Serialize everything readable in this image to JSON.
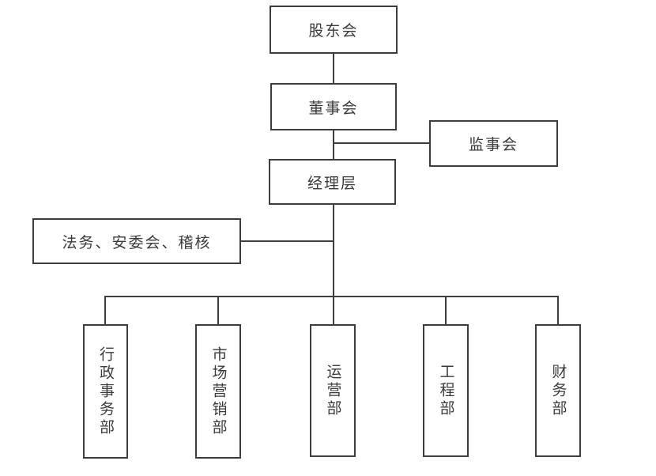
{
  "diagram": {
    "type": "org-chart",
    "title": "",
    "colors": {
      "border": "#3d3d3d",
      "line": "#3d3d3d",
      "text": "#3a3a3a",
      "background": "#ffffff"
    },
    "nodes": [
      {
        "id": "shareholders",
        "label": "股东会"
      },
      {
        "id": "board",
        "label": "董事会"
      },
      {
        "id": "supervisory",
        "label": "监事会"
      },
      {
        "id": "management",
        "label": "经理层"
      },
      {
        "id": "staff-offices",
        "label": "法务、安委会、稽核"
      },
      {
        "id": "admin-affairs-dept",
        "label": "行政事务部"
      },
      {
        "id": "marketing-dept",
        "label": "市场营销部"
      },
      {
        "id": "operations-dept",
        "label": "运营部"
      },
      {
        "id": "engineering-dept",
        "label": "工程部"
      },
      {
        "id": "finance-dept",
        "label": "财务部"
      }
    ],
    "edges": [
      {
        "from": "股东会",
        "to": "董事会"
      },
      {
        "from": "董事会",
        "to": "监事会"
      },
      {
        "from": "董事会",
        "to": "经理层"
      },
      {
        "from": "经理层",
        "to": "法务、安委会、稽核"
      },
      {
        "from": "经理层",
        "to": "行政事务部"
      },
      {
        "from": "经理层",
        "to": "市场营销部"
      },
      {
        "from": "经理层",
        "to": "运营部"
      },
      {
        "from": "经理层",
        "to": "工程部"
      },
      {
        "from": "经理层",
        "to": "财务部"
      }
    ]
  }
}
